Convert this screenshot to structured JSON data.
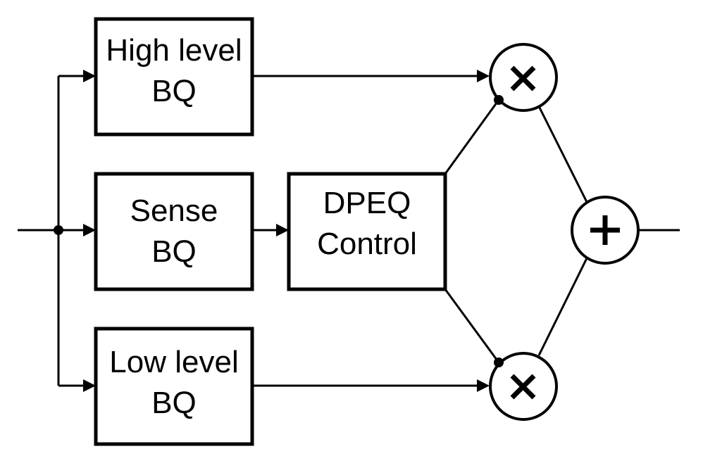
{
  "blocks": {
    "high_level_bq": {
      "line1": "High level",
      "line2": "BQ"
    },
    "sense_bq": {
      "line1": "Sense",
      "line2": "BQ"
    },
    "low_level_bq": {
      "line1": "Low level",
      "line2": "BQ"
    },
    "dpeq_control": {
      "line1": "DPEQ",
      "line2": "Control"
    }
  },
  "operators": {
    "top_multiplier": "multiply",
    "bottom_multiplier": "multiply",
    "summer": "add"
  }
}
